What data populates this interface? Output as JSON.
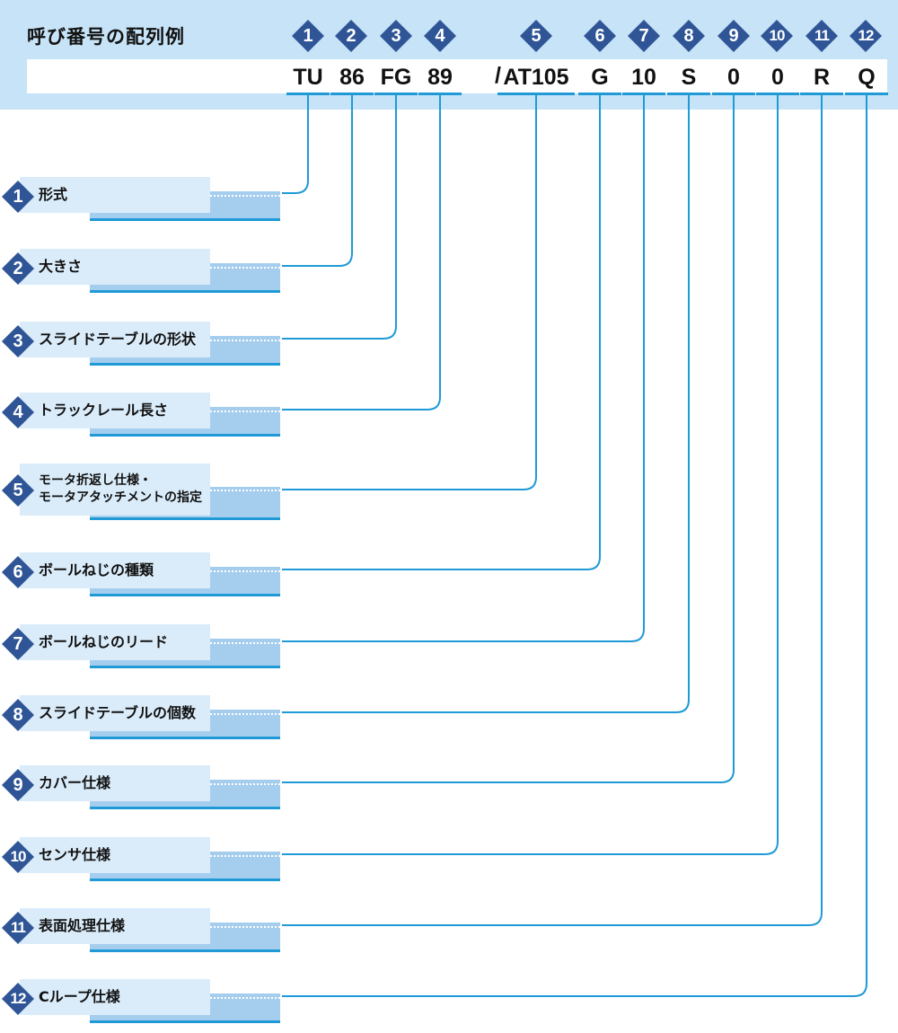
{
  "header": {
    "title": "呼び番号の配列例",
    "numbers": [
      "1",
      "2",
      "3",
      "4",
      "5",
      "6",
      "7",
      "8",
      "9",
      "10",
      "11",
      "12"
    ],
    "codes": [
      "TU",
      "86",
      "FG",
      "89",
      "AT105",
      "G",
      "10",
      "S",
      "0",
      "0",
      "R",
      "Q"
    ],
    "separator": "/"
  },
  "items": [
    {
      "num": "1",
      "label": "形式"
    },
    {
      "num": "2",
      "label": "大きさ"
    },
    {
      "num": "3",
      "label": "スライドテーブルの形状"
    },
    {
      "num": "4",
      "label": "トラックレール長さ"
    },
    {
      "num": "5",
      "label_line1": "モータ折返し仕様・",
      "label_line2": "モータアタッチメントの指定"
    },
    {
      "num": "6",
      "label": "ボールねじの種類"
    },
    {
      "num": "7",
      "label": "ボールねじのリード"
    },
    {
      "num": "8",
      "label": "スライドテーブルの個数"
    },
    {
      "num": "9",
      "label": "カバー仕様"
    },
    {
      "num": "10",
      "label": "センサ仕様"
    },
    {
      "num": "11",
      "label": "表面処理仕様"
    },
    {
      "num": "12",
      "label": "Cループ仕様"
    }
  ],
  "colors": {
    "diamond": "#2f5597",
    "line": "#1f9ad6",
    "band": "#c7e3f7",
    "box_front": "#daecfa",
    "box_back": "#a5cdee"
  }
}
